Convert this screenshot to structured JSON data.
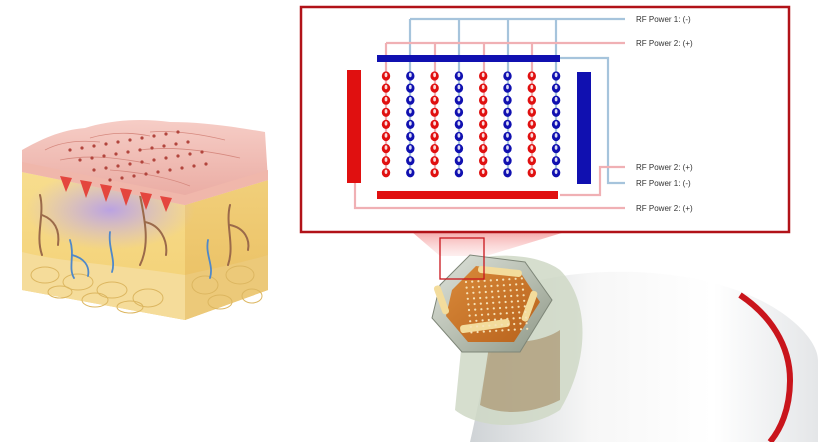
{
  "labels": {
    "power1_top": "RF Power 1: (-)",
    "power2_top": "RF Power 2: (+)",
    "power2_mid": "RF Power 2: (+)",
    "power1_mid": "RF Power 1: (-)",
    "power2_bottom": "RF Power 2: (+)"
  },
  "electrode_grid": {
    "columns": [
      "red",
      "blue",
      "red",
      "blue",
      "red",
      "blue",
      "red",
      "blue"
    ],
    "rows": 9
  },
  "colors": {
    "positive": "#e01010",
    "negative": "#1010b0",
    "frame": "#b11218",
    "wire_positive": "#f0b0b4",
    "wire_negative": "#a6c4dc"
  }
}
